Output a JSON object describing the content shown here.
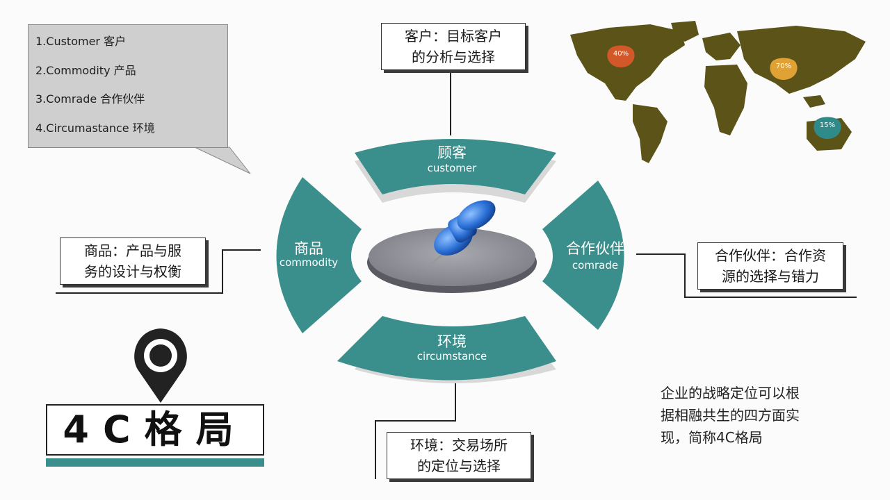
{
  "list": {
    "items": [
      "1.Customer 客户",
      "2.Commodity 产品",
      "3.Comrade 合作伙伴",
      "4.Circumastance 环境"
    ]
  },
  "segments": {
    "top": {
      "title": "顾客",
      "sub": "customer"
    },
    "left": {
      "title": "商品",
      "sub": "commodity"
    },
    "right": {
      "title": "合作伙伴",
      "sub": "comrade"
    },
    "bottom": {
      "title": "环境",
      "sub": "circumstance"
    }
  },
  "callouts": {
    "top": {
      "line1": "客户：目标客户",
      "line2": "的分析与选择"
    },
    "left": {
      "line1": "商品：产品与服",
      "line2": "务的设计与权衡"
    },
    "right": {
      "line1": "合作伙伴：合作资",
      "line2": "源的选择与错力"
    },
    "bottom": {
      "line1": "环境：交易场所",
      "line2": "的定位与选择"
    }
  },
  "map": {
    "pins": [
      {
        "label": "40%",
        "color": "#d2582a"
      },
      {
        "label": "70%",
        "color": "#e0a234"
      },
      {
        "label": "15%",
        "color": "#2f8b8a"
      }
    ],
    "land_color": "#5b5317"
  },
  "title": "4C格局",
  "description": {
    "line1": "企业的战略定位可以根",
    "line2": "据相融共生的四方面实",
    "line3": "现，简称4C格局"
  },
  "colors": {
    "teal": "#3a8f8c",
    "pin_blue": "#2a6fd6"
  }
}
